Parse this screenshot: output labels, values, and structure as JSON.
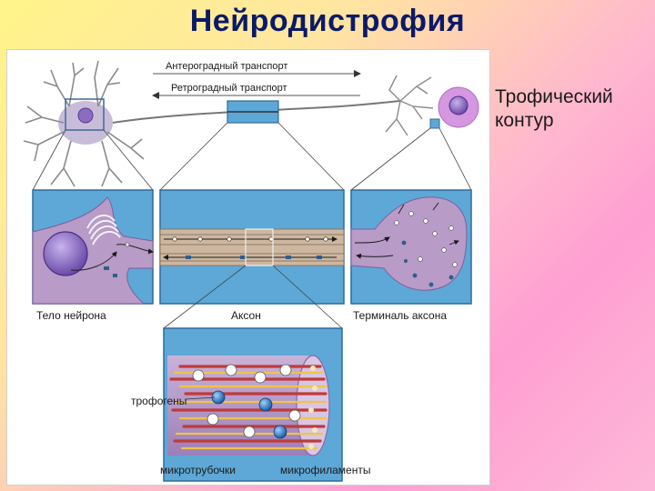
{
  "title": "Нейродистрофия",
  "side_label": {
    "line1": "Трофический",
    "line2": "контур"
  },
  "figure": {
    "anterograde": "Антероградный транспорт",
    "retrograde": "Ретроградный транспорт",
    "neuron_body": "Тело нейрона",
    "axon": "Аксон",
    "axon_terminal": "Терминаль аксона",
    "trophogens": "трофогены",
    "microtubules": "микротрубочки",
    "microfilaments": "микрофиламенты"
  },
  "colors": {
    "title": "#0b1a66",
    "panel_bg": "#5da8d6",
    "cell": "#b89bc7",
    "axon": "#cdb7a0",
    "nucleus": "#8c6cc0"
  }
}
